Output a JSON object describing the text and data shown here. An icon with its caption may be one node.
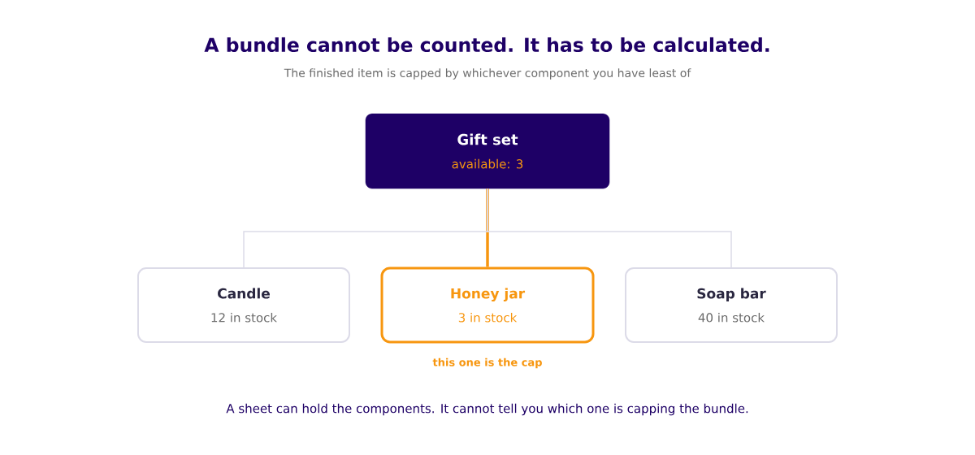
{
  "diagram": {
    "title": "A bundle cannot be counted. It has to be calculated.",
    "caption": "A sheet can hold the components. It cannot tell you which one is capping the bundle.",
    "nodes": [
      {
        "text": [
          "Gift set",
          "available: 3"
        ]
      },
      {
        "text": [
          "Candle",
          "12 in stock"
        ]
      },
      {
        "text": [
          "Honey jar",
          "3 in stock"
        ],
        "beside": [
          "this one is the cap"
        ]
      },
      {
        "text": [
          "Soap bar",
          "40 in stock"
        ]
      }
    ],
    "edges": [
      {
        "from": 0,
        "to": 1,
        "arrow": "none"
      },
      {
        "from": 0,
        "to": 2,
        "arrow": "none",
        "style": "thick",
        "color": "#f7960f"
      },
      {
        "from": 0,
        "to": 3,
        "arrow": "none"
      }
    ],
    "labels": [
      "The finished item is capped by whichever component you have least of"
    ]
  }
}
